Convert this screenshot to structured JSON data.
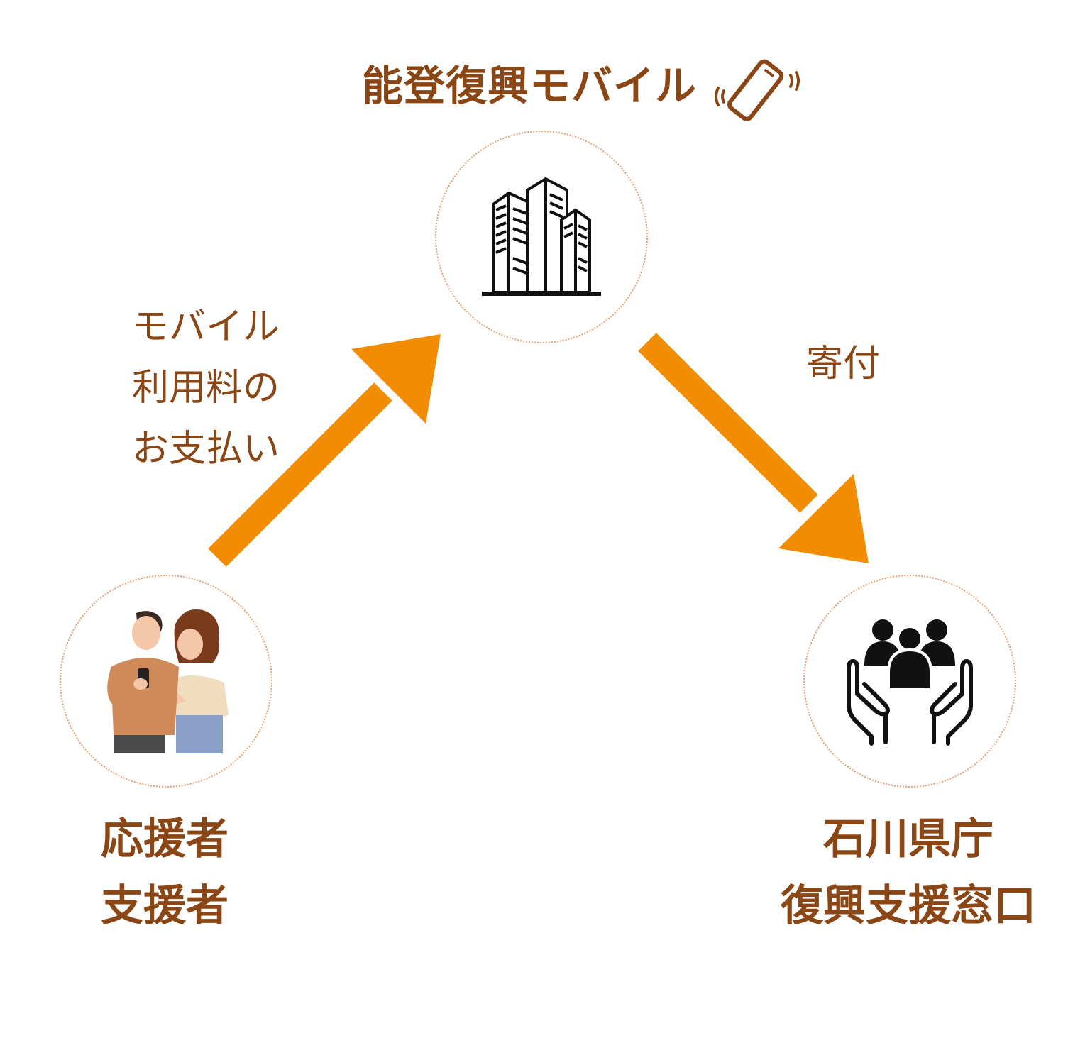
{
  "diagram": {
    "title": "能登復興モバイル",
    "payment_label": [
      "モバイル",
      "利用料の",
      "お支払い"
    ],
    "donation_label": "寄付",
    "supporter_label": [
      "応援者",
      "支援者"
    ],
    "prefecture_label": [
      "石川県庁",
      "復興支援窓口"
    ],
    "colors": {
      "text_brown": "#8a4614",
      "arrow_orange": "#f28c00",
      "circle_border": "#e8a070",
      "icon_black": "#111111"
    },
    "icons": {
      "phone": "vibrating-phone-icon",
      "company": "office-buildings-icon",
      "supporter": "couple-with-smartphones-illustration",
      "prefecture": "people-in-hands-icon"
    }
  }
}
